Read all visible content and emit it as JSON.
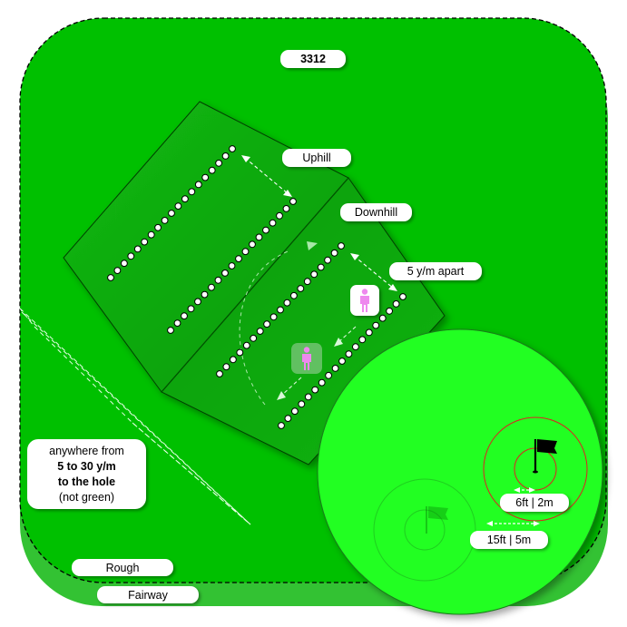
{
  "title": "3312",
  "labels": {
    "uphill": "Uphill",
    "downhill": "Downhill",
    "spacing": "5 y/m apart",
    "inner_ring": "6ft | 2m",
    "outer_ring": "15ft | 5m",
    "rough": "Rough",
    "fairway": "Fairway"
  },
  "note": {
    "line1": "anywhere from",
    "line2": "5 to 30 y/m",
    "line3": "to the hole",
    "line4": "(not green)"
  },
  "icons": {
    "person": "person-icon",
    "flag": "flag-icon"
  },
  "colors": {
    "fairway": "#00c000",
    "rough": "#33c233",
    "green": "#22ff22",
    "slope": "#0aa80a",
    "person": "#ee88ee",
    "ring": "#dd2222"
  }
}
